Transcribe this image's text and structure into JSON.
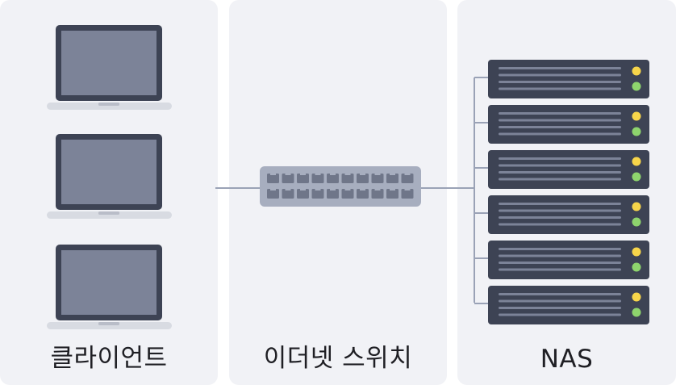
{
  "panels": {
    "clients": {
      "label": "클라이언트"
    },
    "switch": {
      "label": "이더넷 스위치"
    },
    "nas": {
      "label": "NAS"
    }
  },
  "colors": {
    "panel_bg": "#f1f2f6",
    "device_dark": "#3d4354",
    "screen": "#7c8398",
    "switch_body": "#a7aebf",
    "connector_line": "#9aa2b6",
    "led_yellow": "#f7d54a",
    "led_green": "#8ed46d"
  },
  "icons": {
    "client": "laptop-icon",
    "switch": "ethernet-switch-icon",
    "nas": "server-rack-icon"
  }
}
